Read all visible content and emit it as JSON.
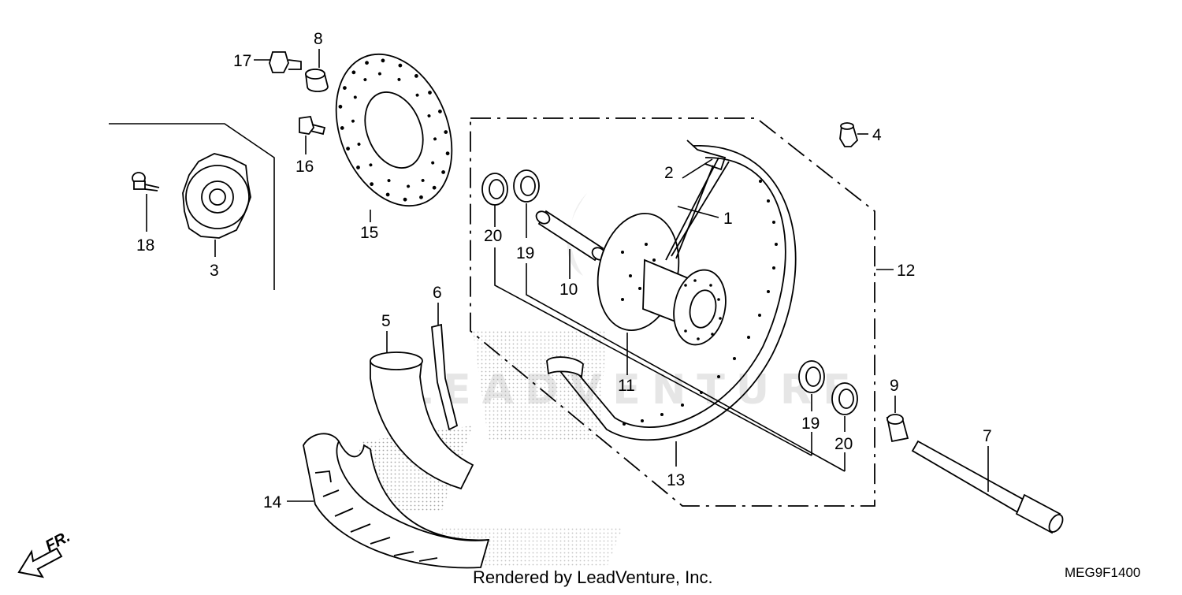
{
  "diagram": {
    "watermark": "LEADVENTURE",
    "footer_text": "Rendered by LeadVenture, Inc.",
    "diagram_code": "MEG9F1400",
    "direction_label": "FR.",
    "callouts": [
      {
        "id": "c1",
        "label": "1"
      },
      {
        "id": "c2",
        "label": "2"
      },
      {
        "id": "c3",
        "label": "3"
      },
      {
        "id": "c4",
        "label": "4"
      },
      {
        "id": "c5",
        "label": "5"
      },
      {
        "id": "c6",
        "label": "6"
      },
      {
        "id": "c7",
        "label": "7"
      },
      {
        "id": "c8",
        "label": "8"
      },
      {
        "id": "c9",
        "label": "9"
      },
      {
        "id": "c10",
        "label": "10"
      },
      {
        "id": "c11",
        "label": "11"
      },
      {
        "id": "c12",
        "label": "12"
      },
      {
        "id": "c13",
        "label": "13"
      },
      {
        "id": "c14",
        "label": "14"
      },
      {
        "id": "c15",
        "label": "15"
      },
      {
        "id": "c16",
        "label": "16"
      },
      {
        "id": "c17",
        "label": "17"
      },
      {
        "id": "c18",
        "label": "18"
      },
      {
        "id": "c19a",
        "label": "19"
      },
      {
        "id": "c19b",
        "label": "19"
      },
      {
        "id": "c20a",
        "label": "20"
      },
      {
        "id": "c20b",
        "label": "20"
      }
    ]
  }
}
